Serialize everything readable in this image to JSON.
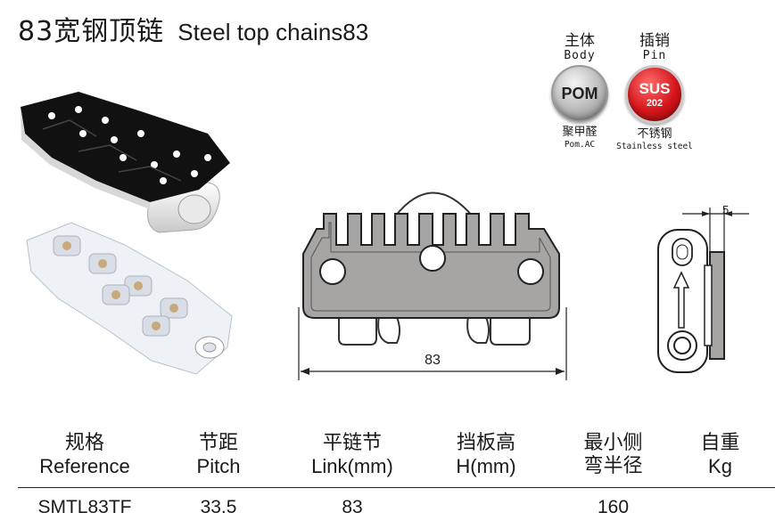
{
  "title": {
    "zh": "83宽钢顶链",
    "en": "Steel top chains83"
  },
  "materials": {
    "body": {
      "label_zh": "主体",
      "label_en": "Body",
      "badge": "POM",
      "sub_zh": "聚甲醛",
      "sub_en": "Pom.AC",
      "color": "#b8b8b8"
    },
    "pin": {
      "label_zh": "插销",
      "label_en": "Pin",
      "badge": "SUS",
      "badge_num": "202",
      "sub_zh": "不锈钢",
      "sub_en": "Stainless steel",
      "color": "#d4151b"
    }
  },
  "drawing": {
    "width_dim": "83",
    "thickness_dim": "5"
  },
  "spec_table": {
    "columns": [
      {
        "zh": "规格",
        "en": "Reference"
      },
      {
        "zh": "节距",
        "en": "Pitch"
      },
      {
        "zh": "平链节",
        "en": "Link(mm)"
      },
      {
        "zh": "挡板高",
        "en": "H(mm)"
      },
      {
        "zh": "最小侧",
        "en": "弯半径"
      },
      {
        "zh": "自重",
        "en": "Kg"
      }
    ],
    "row": [
      "SMTL83TF",
      "33.5",
      "83",
      "",
      "160",
      ""
    ]
  }
}
